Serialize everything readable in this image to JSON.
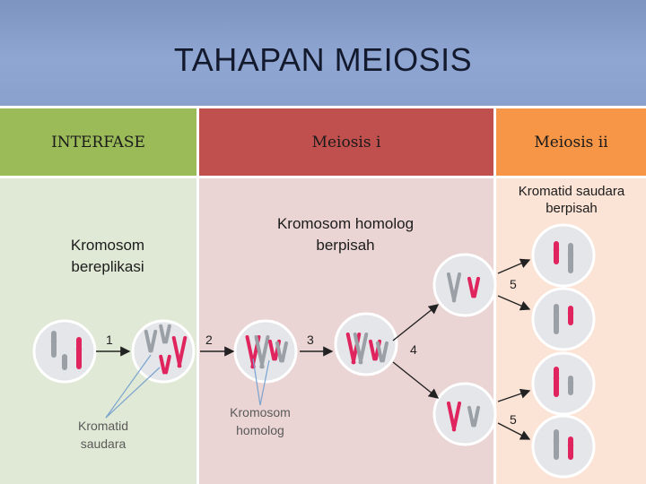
{
  "title": "TAHAPAN MEIOSIS",
  "columns": [
    {
      "label": "INTERFASE",
      "color": "#9bbb59"
    },
    {
      "label": "Meiosis i",
      "color": "#c0504d"
    },
    {
      "label": "Meiosis ii",
      "color": "#f79646"
    }
  ],
  "body_colors": {
    "interfase": "#e0e9d5",
    "meiosis1": "#ebd4d4",
    "meiosis2": "#fbe3d6"
  },
  "labels": {
    "kromosom_bereplikasi": "Kromosom bereplikasi",
    "homolog_berpisah": "Kromosom homolog berpisah",
    "kromatid_berpisah": "Kromatid saudara berpisah",
    "kromatid_saudara": "Kromatid saudara",
    "kromosom_homolog": "Kromosom homolog"
  },
  "step_numbers": [
    "1",
    "2",
    "3",
    "4",
    "5",
    "5"
  ],
  "colors": {
    "pink": "#e0245e",
    "gray": "#9aa0a6",
    "cell_fill": "#e4e6ea",
    "cell_ring": "#ffffff",
    "arrow": "#222222",
    "pointer": "#7aa3cf"
  }
}
